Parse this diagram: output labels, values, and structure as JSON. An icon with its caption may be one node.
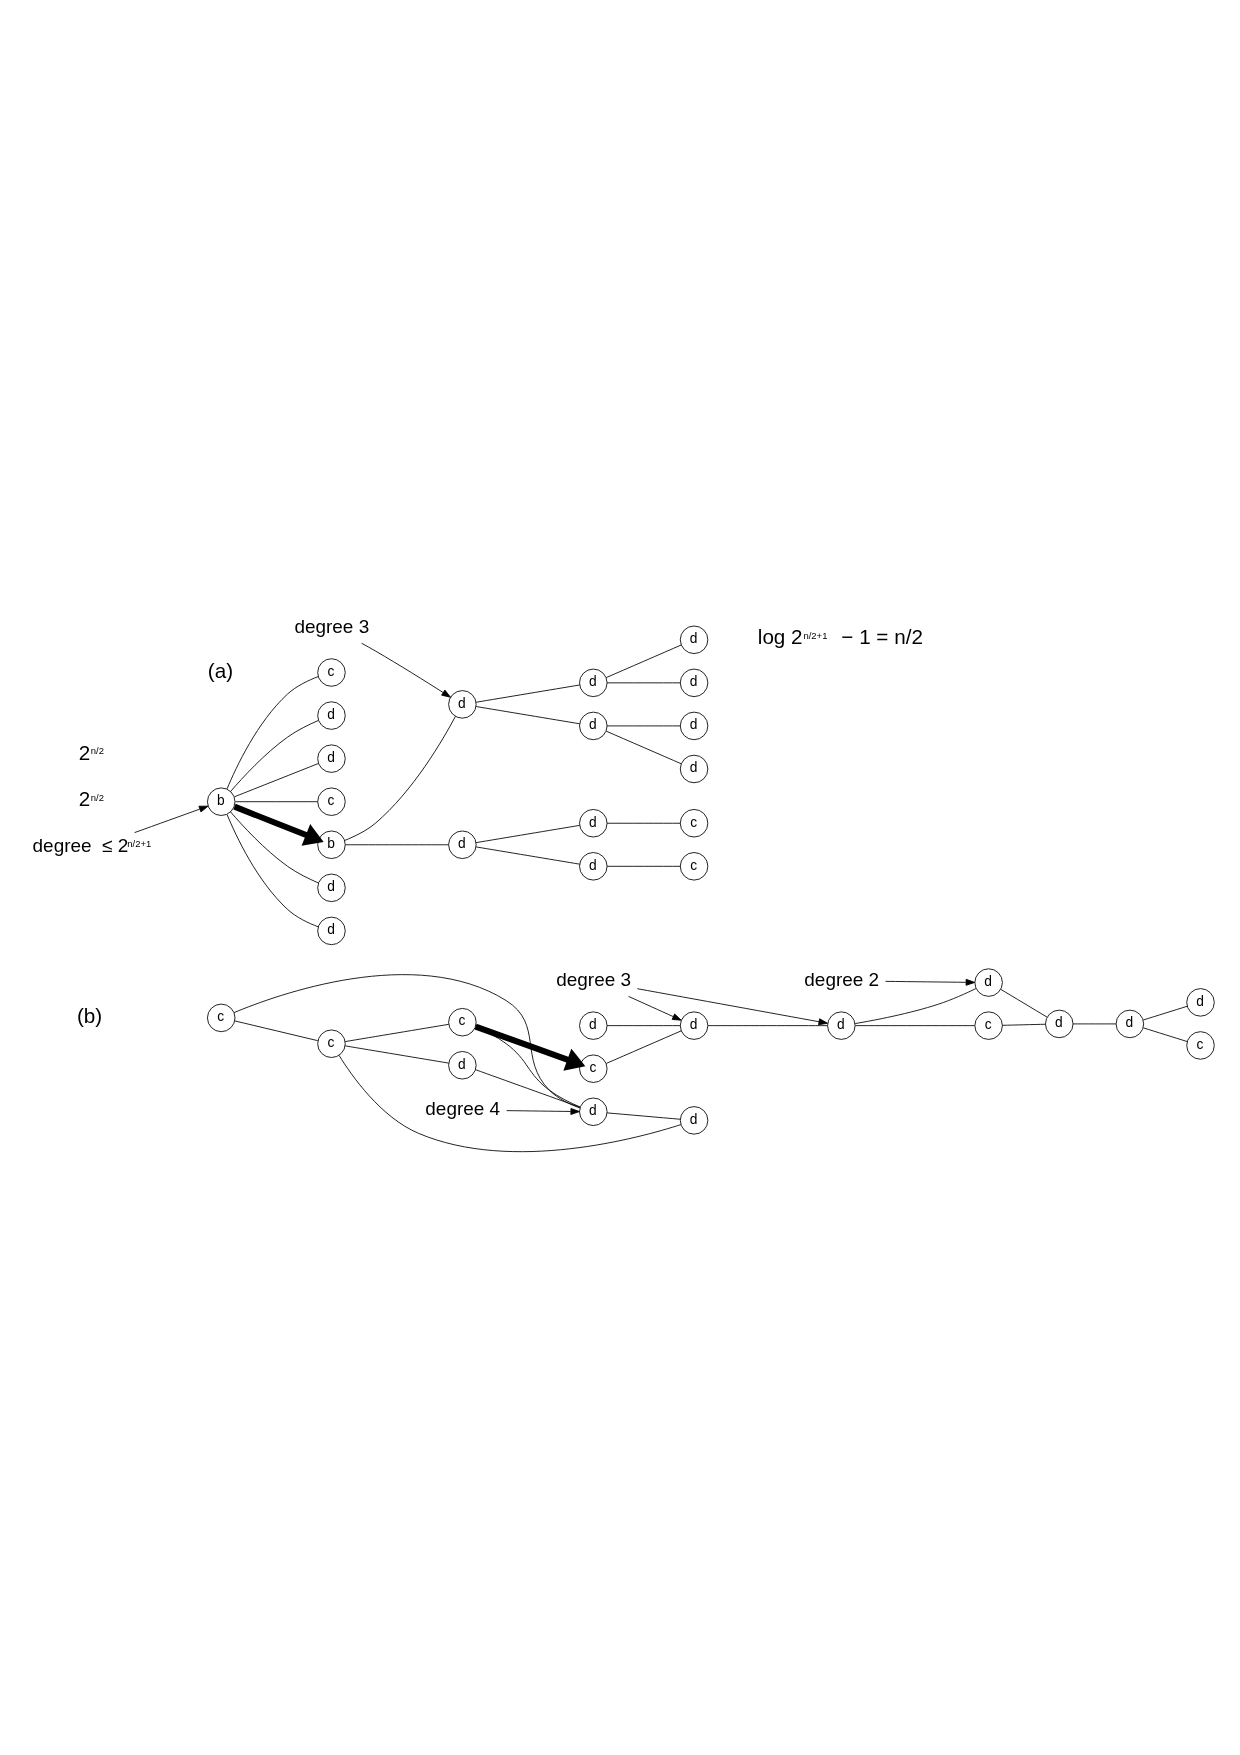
{
  "diagram": {
    "nodes": [
      {
        "text": [
          "c"
        ]
      },
      {
        "text": [
          "c"
        ]
      },
      {
        "text": [
          "b"
        ]
      },
      {
        "text": [
          "d"
        ]
      },
      {
        "text": [
          "d"
        ]
      },
      {
        "text": [
          "d"
        ]
      },
      {
        "text": [
          "d"
        ]
      },
      {
        "text": [
          "d"
        ]
      },
      {
        "text": [
          "c"
        ]
      },
      {
        "text": [
          "d"
        ]
      },
      {
        "text": [
          "d"
        ]
      },
      {
        "text": [
          "c"
        ]
      },
      {
        "text": [
          "b"
        ]
      },
      {
        "text": [
          "d"
        ]
      },
      {
        "text": [
          "d"
        ]
      },
      {
        "text": [
          "d"
        ]
      },
      {
        "text": [
          "d"
        ]
      },
      {
        "text": [
          "d"
        ]
      },
      {
        "text": [
          "d"
        ]
      },
      {
        "text": [
          "d"
        ]
      },
      {
        "text": [
          "degree 3"
        ]
      },
      {
        "text": [
          "degree  ≤ 2$^{n/2+1}$"
        ]
      },
      {
        "text": [
          "c"
        ]
      },
      {
        "text": [
          "c"
        ]
      },
      {
        "text": [
          "c"
        ]
      },
      {
        "text": [
          "d"
        ]
      },
      {
        "text": [
          "d"
        ]
      },
      {
        "text": [
          "d"
        ]
      },
      {
        "text": [
          "c"
        ]
      },
      {
        "text": [
          "c"
        ]
      },
      {
        "text": [
          "c"
        ]
      },
      {
        "text": [
          "d"
        ]
      },
      {
        "text": [
          "d"
        ]
      },
      {
        "text": [
          "d"
        ]
      },
      {
        "text": [
          "d"
        ]
      },
      {
        "text": [
          "d"
        ]
      },
      {
        "text": [
          "d"
        ]
      },
      {
        "text": [
          "d"
        ]
      },
      {
        "text": [
          "degree 4"
        ]
      },
      {
        "text": [
          "degree 3"
        ]
      },
      {
        "text": [
          "degree 2"
        ]
      }
    ],
    "edges": [
      {
        "from": 2,
        "to": 0,
        "arrow": "none"
      },
      {
        "from": 2,
        "to": 1,
        "arrow": "none"
      },
      {
        "from": 2,
        "to": 3,
        "arrow": "none"
      },
      {
        "from": 2,
        "to": 4,
        "arrow": "none"
      },
      {
        "from": 2,
        "to": 5,
        "arrow": "none"
      },
      {
        "from": 2,
        "to": 6,
        "arrow": "none"
      },
      {
        "from": 2,
        "to": 12,
        "arrow": "to",
        "style": "thick"
      },
      {
        "from": 12,
        "to": 9,
        "arrow": "none"
      },
      {
        "from": 12,
        "to": 16,
        "arrow": "none"
      },
      {
        "from": 9,
        "to": 7,
        "arrow": "none"
      },
      {
        "from": 9,
        "to": 10,
        "arrow": "none"
      },
      {
        "from": 7,
        "to": 8,
        "arrow": "none"
      },
      {
        "from": 10,
        "to": 11,
        "arrow": "none"
      },
      {
        "from": 16,
        "to": 14,
        "arrow": "none"
      },
      {
        "from": 16,
        "to": 18,
        "arrow": "none"
      },
      {
        "from": 14,
        "to": 13,
        "arrow": "none"
      },
      {
        "from": 14,
        "to": 15,
        "arrow": "none"
      },
      {
        "from": 18,
        "to": 17,
        "arrow": "none"
      },
      {
        "from": 18,
        "to": 19,
        "arrow": "none"
      },
      {
        "from": 21,
        "to": 2,
        "arrow": "to"
      },
      {
        "from": 20,
        "to": 16,
        "arrow": "to"
      },
      {
        "from": 22,
        "to": 23,
        "arrow": "none"
      },
      {
        "from": 23,
        "to": 24,
        "arrow": "none"
      },
      {
        "from": 25,
        "to": 26,
        "arrow": "none"
      },
      {
        "from": 26,
        "to": 27,
        "arrow": "none"
      },
      {
        "from": 22,
        "to": 26,
        "arrow": "none"
      },
      {
        "from": 23,
        "to": 25,
        "arrow": "none"
      },
      {
        "from": 23,
        "to": 27,
        "arrow": "none"
      },
      {
        "from": 24,
        "to": 26,
        "arrow": "none"
      },
      {
        "from": 24,
        "to": 28,
        "arrow": "to",
        "style": "thick"
      },
      {
        "from": 28,
        "to": 31,
        "arrow": "none"
      },
      {
        "from": 35,
        "to": 31,
        "arrow": "none"
      },
      {
        "from": 31,
        "to": 32,
        "arrow": "none"
      },
      {
        "from": 32,
        "to": 29,
        "arrow": "none"
      },
      {
        "from": 32,
        "to": 36,
        "arrow": "none"
      },
      {
        "from": 29,
        "to": 33,
        "arrow": "none"
      },
      {
        "from": 36,
        "to": 33,
        "arrow": "none"
      },
      {
        "from": 33,
        "to": 34,
        "arrow": "none"
      },
      {
        "from": 34,
        "to": 30,
        "arrow": "none"
      },
      {
        "from": 34,
        "to": 37,
        "arrow": "none"
      },
      {
        "from": 38,
        "to": 26,
        "arrow": "to"
      },
      {
        "from": 39,
        "to": 31,
        "arrow": "to"
      },
      {
        "from": 39,
        "to": 32,
        "arrow": "to"
      },
      {
        "from": 40,
        "to": 36,
        "arrow": "to"
      }
    ],
    "labels": [
      "(a)",
      "2$^{n/2}$",
      "2$^{n/2}$",
      "log 2$^{n/2+1}$ − 1 = n/2",
      "(b)"
    ]
  }
}
